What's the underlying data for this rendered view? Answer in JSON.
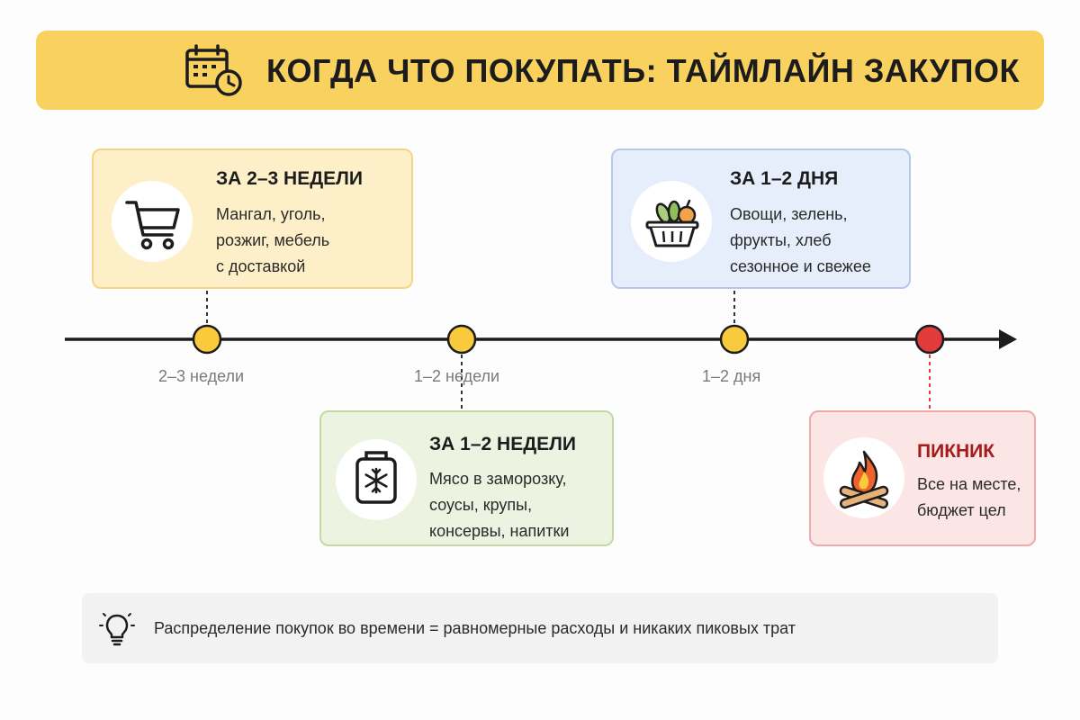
{
  "header": {
    "title": "КОГДА ЧТО ПОКУПАТЬ: ТАЙМЛАЙН ЗАКУПОК",
    "icon": "calendar-clock-icon"
  },
  "timeline": {
    "ticks": [
      {
        "label": "2–3 недели",
        "marker_color": "#f8ca3c"
      },
      {
        "label": "1–2 недели",
        "marker_color": "#f8ca3c"
      },
      {
        "label": "1–2 дня",
        "marker_color": "#f8ca3c"
      },
      {
        "label": "",
        "marker_color": "#e23b3b"
      }
    ]
  },
  "cards": [
    {
      "title": "ЗА 2–3 НЕДЕЛИ",
      "lines": [
        "Мангал, уголь,",
        "розжиг, мебель",
        "с доставкой"
      ],
      "icon": "shopping-cart-icon"
    },
    {
      "title": "ЗА 1–2 НЕДЕЛИ",
      "lines": [
        "Мясо в заморозку,",
        "соусы, крупы,",
        "консервы, напитки"
      ],
      "icon": "freezer-snowflake-icon"
    },
    {
      "title": "ЗА 1–2 ДНЯ",
      "lines": [
        "Овощи, зелень,",
        "фрукты, хлеб",
        "сезонное и свежее"
      ],
      "icon": "produce-basket-icon"
    },
    {
      "title": "ПИКНИК",
      "lines": [
        "Все на месте,",
        "бюджет цел"
      ],
      "icon": "campfire-icon"
    }
  ],
  "tip": {
    "text": "Распределение покупок во времени = равномерные расходы и никаких пиковых трат",
    "icon": "lightbulb-icon"
  },
  "colors": {
    "header_bg": "#f8d15f",
    "accent_red": "#e23b3b",
    "marker_yellow": "#f8ca3c"
  }
}
